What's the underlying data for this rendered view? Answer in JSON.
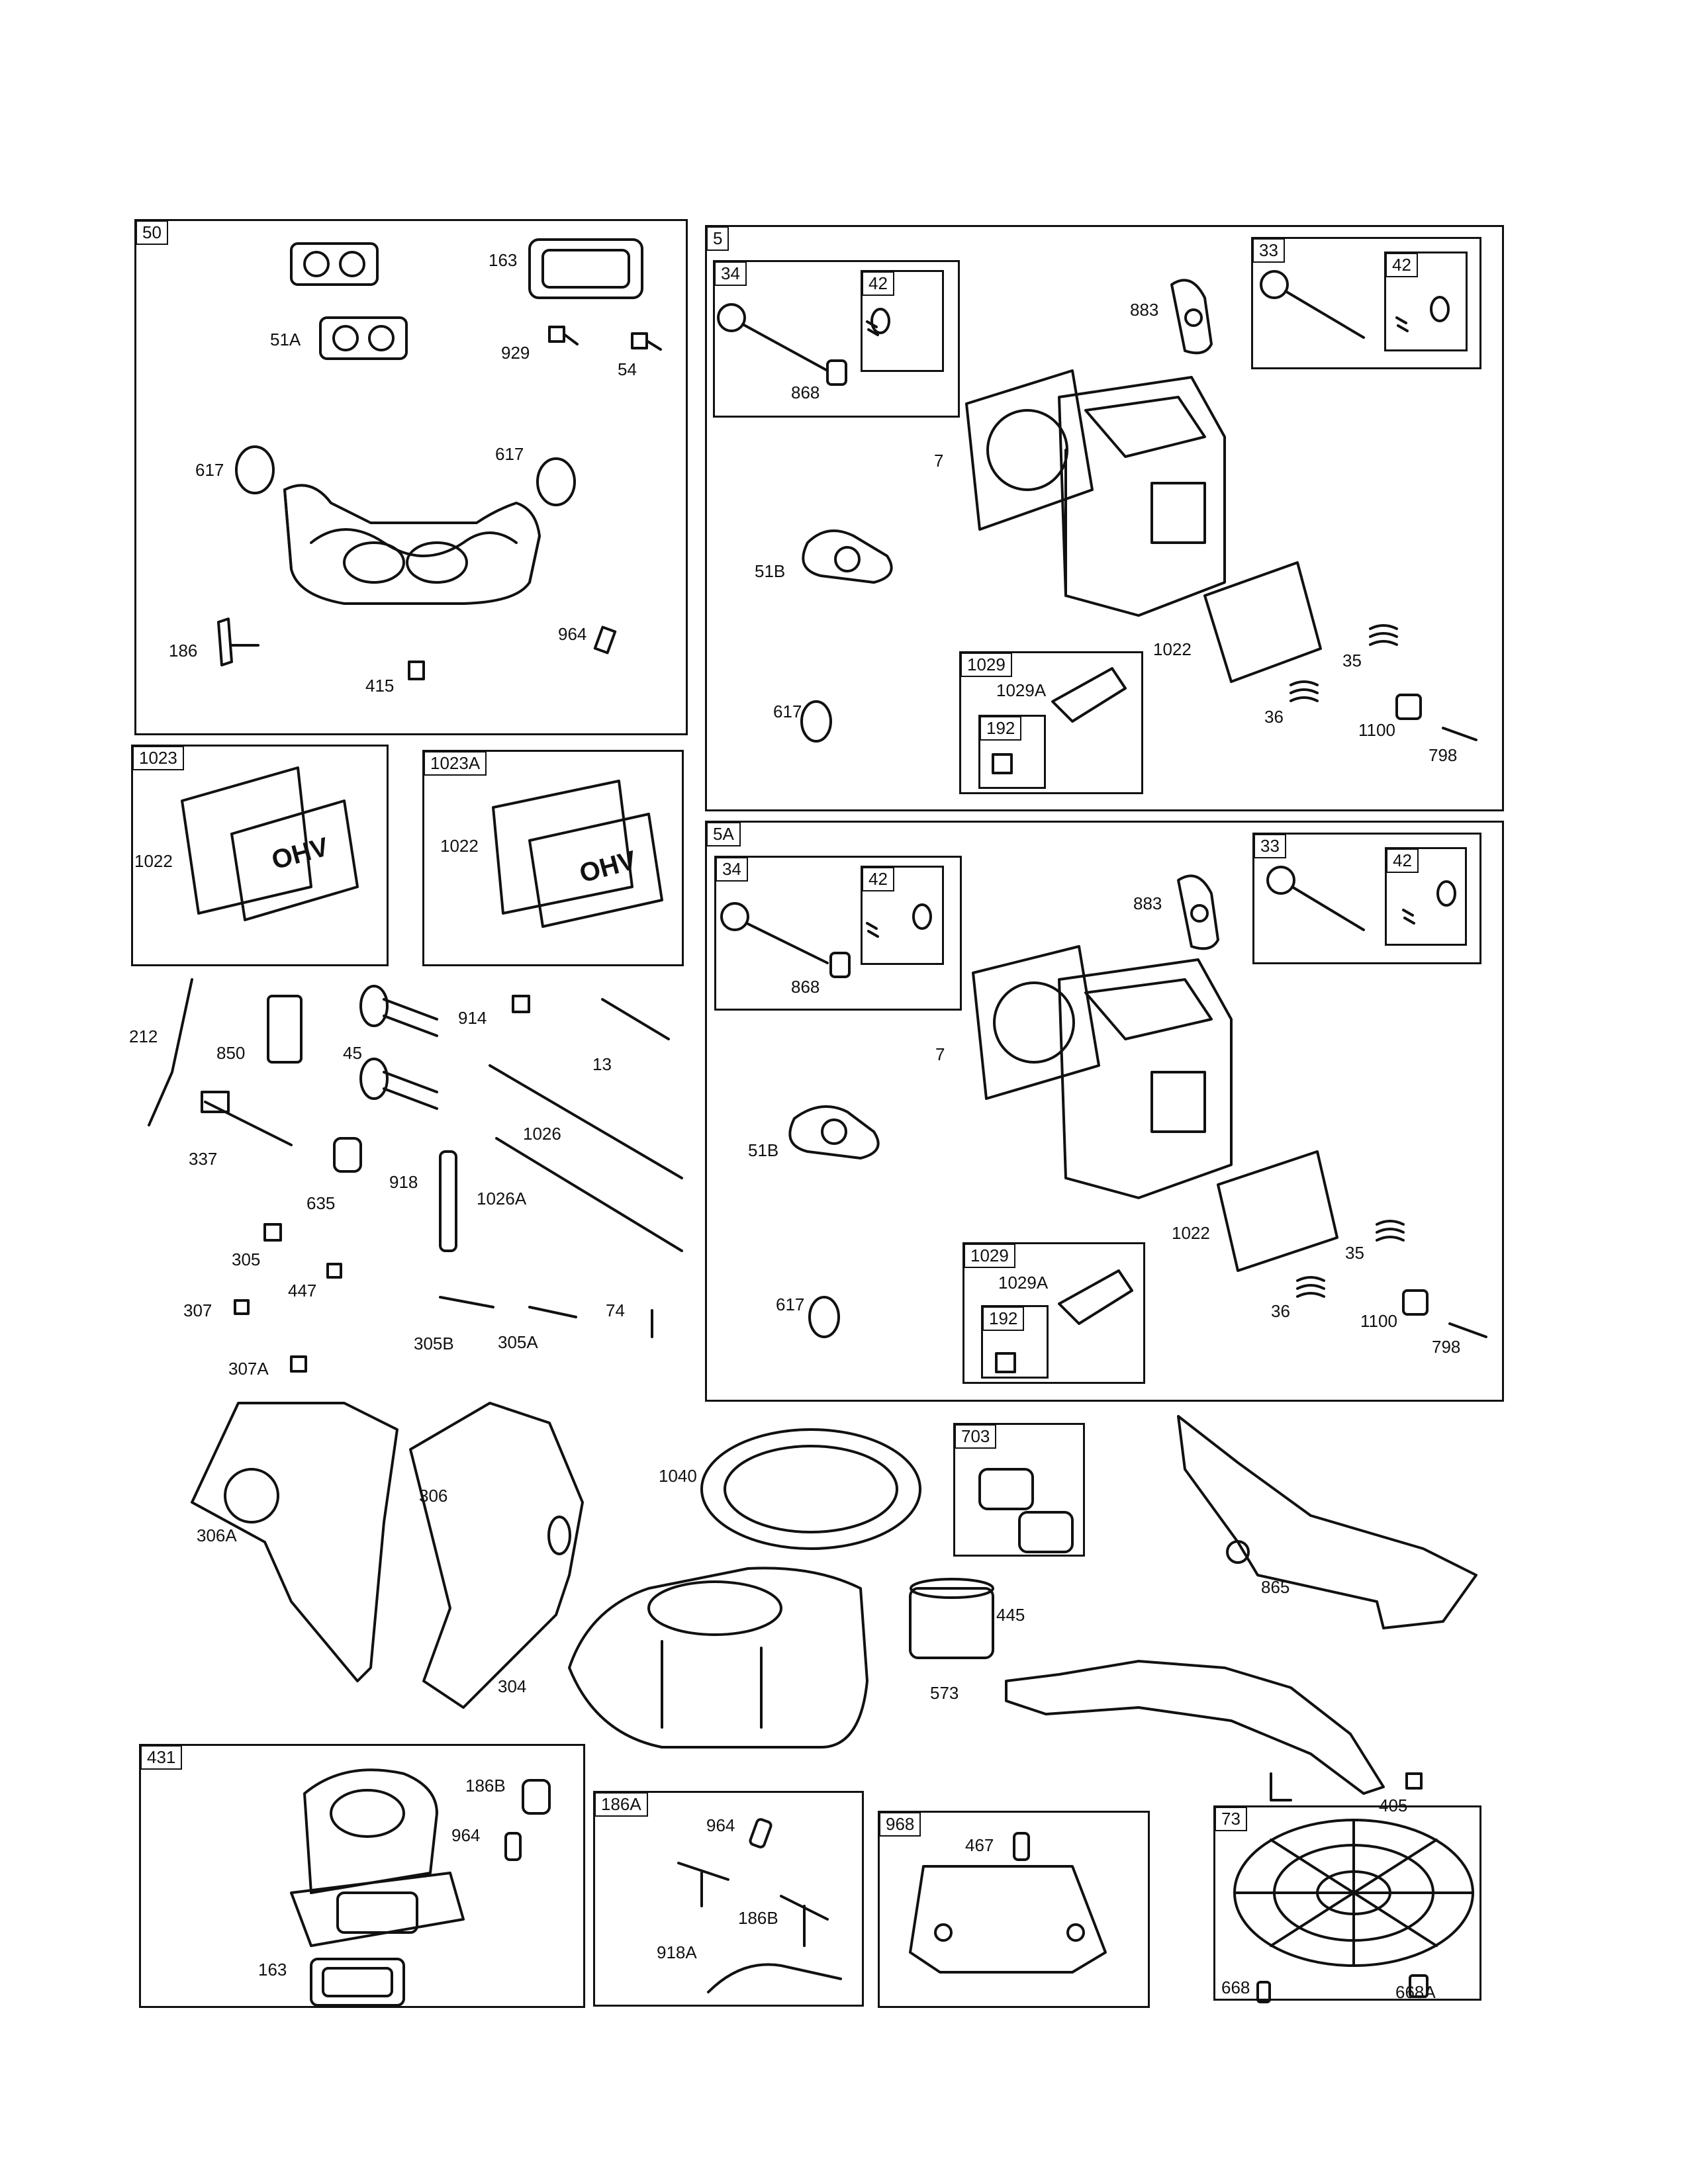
{
  "labels": {
    "l617a": "617",
    "l617b": "617",
    "l51a": "51A",
    "l929": "929",
    "l54": "54",
    "l163a": "163",
    "l186": "186",
    "l415": "415",
    "l964a": "964",
    "l883a": "883",
    "l868a": "868",
    "l7a": "7",
    "l51ba": "51B",
    "l617c": "617",
    "l1022a": "1022",
    "l1029aa": "1029A",
    "l35a": "35",
    "l36a": "36",
    "l1100a": "1100",
    "l798a": "798",
    "l1022b": "1022",
    "l1022c": "1022",
    "l212": "212",
    "l850": "850",
    "l45": "45",
    "l914": "914",
    "l13": "13",
    "l337": "337",
    "l1026": "1026",
    "l635": "635",
    "l918": "918",
    "l1026a": "1026A",
    "l305": "305",
    "l447": "447",
    "l307": "307",
    "l305b": "305B",
    "l305a": "305A",
    "l74": "74",
    "l307a": "307A",
    "l883b": "883",
    "l868b": "868",
    "l7b": "7",
    "l51bb": "51B",
    "l617d": "617",
    "l1022d": "1022",
    "l1029ab": "1029A",
    "l35b": "35",
    "l36b": "36",
    "l1100b": "1100",
    "l798b": "798",
    "l306a": "306A",
    "l306": "306",
    "l1040": "1040",
    "l304": "304",
    "l445": "445",
    "l573": "573",
    "l865": "865",
    "l405": "405",
    "l186ba": "186B",
    "l964b": "964",
    "l163b": "163",
    "l964c": "964",
    "l186bb": "186B",
    "l918a": "918A",
    "l467": "467",
    "l668": "668",
    "l668a": "668A"
  },
  "tags": {
    "t50": "50",
    "t5": "5",
    "t34a": "34",
    "t42a": "42",
    "t33a": "33",
    "t42b": "42",
    "t1029a": "1029",
    "t192a": "192",
    "t1023": "1023",
    "t1023a": "1023A",
    "t5a": "5A",
    "t34b": "34",
    "t42c": "42",
    "t33b": "33",
    "t42d": "42",
    "t1029b": "1029",
    "t192b": "192",
    "t703": "703",
    "t431": "431",
    "t186a": "186A",
    "t968": "968",
    "t73": "73"
  },
  "logo_text": "OHV"
}
